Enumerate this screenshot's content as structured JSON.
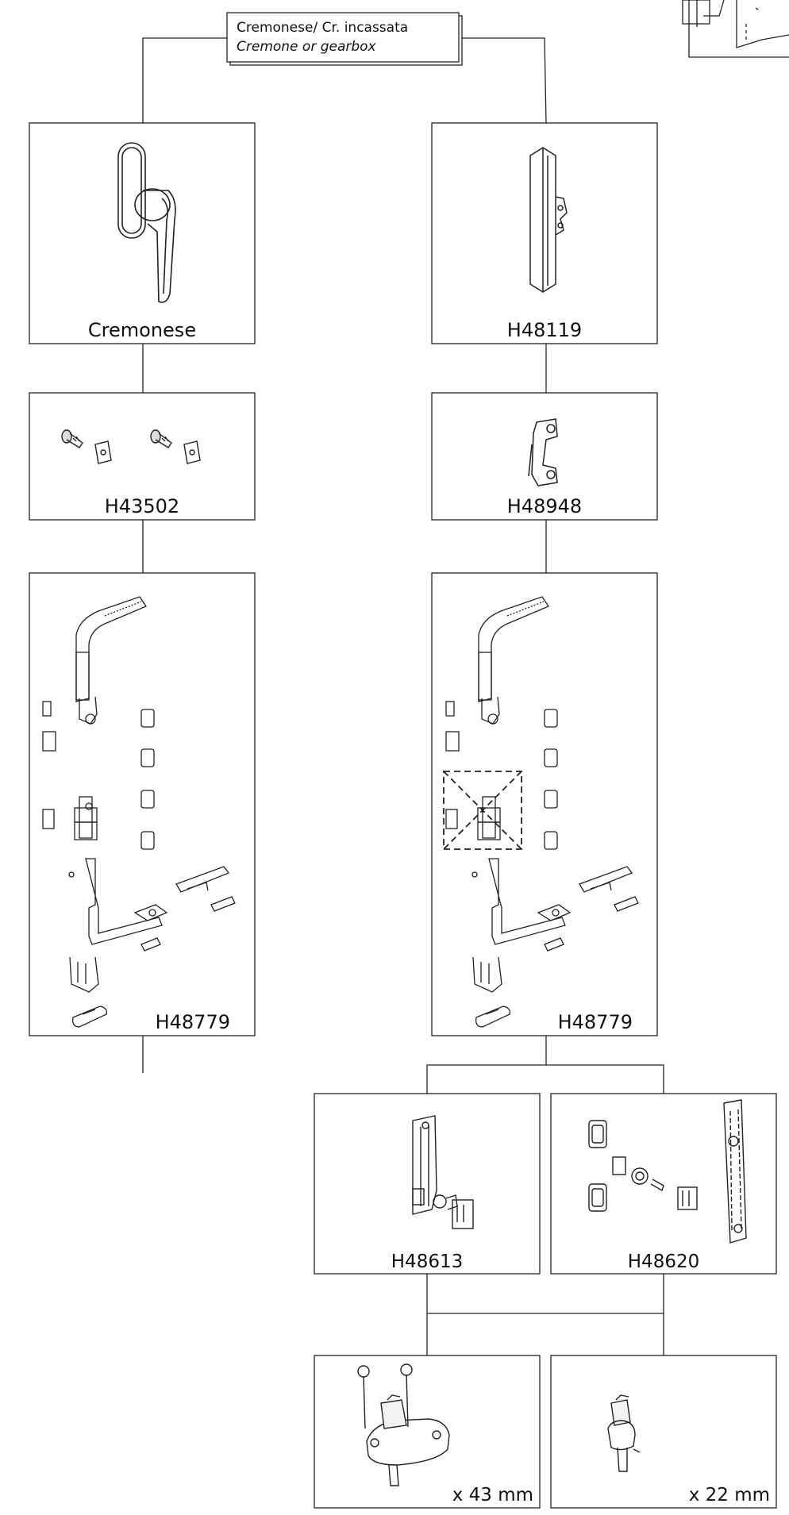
{
  "header": {
    "line1": "Cremonese/ Cr. incassata",
    "line2": "Cremone or gearbox"
  },
  "boxes": {
    "cremonese": "Cremonese",
    "h48119": "H48119",
    "h43502": "H43502",
    "h48948": "H48948",
    "h48779_left": "H48779",
    "h48779_right": "H48779",
    "h48613": "H48613",
    "h48620": "H48620",
    "x43": "x 43 mm",
    "x22": "x 22 mm"
  },
  "icons": {
    "top_right_thumbnail": "window-tilt-icon",
    "handle": "window-handle-icon",
    "cremone_bar": "cremone-bar-icon",
    "screw_kit": "screw-kit-icon",
    "bracket": "bracket-icon",
    "hardware_kit": "hardware-kit-icon",
    "gearbox_part": "gearbox-part-icon",
    "accessory_set": "accessory-set-icon",
    "spindle_base": "spindle-base-icon",
    "spindle_short": "spindle-short-icon"
  }
}
